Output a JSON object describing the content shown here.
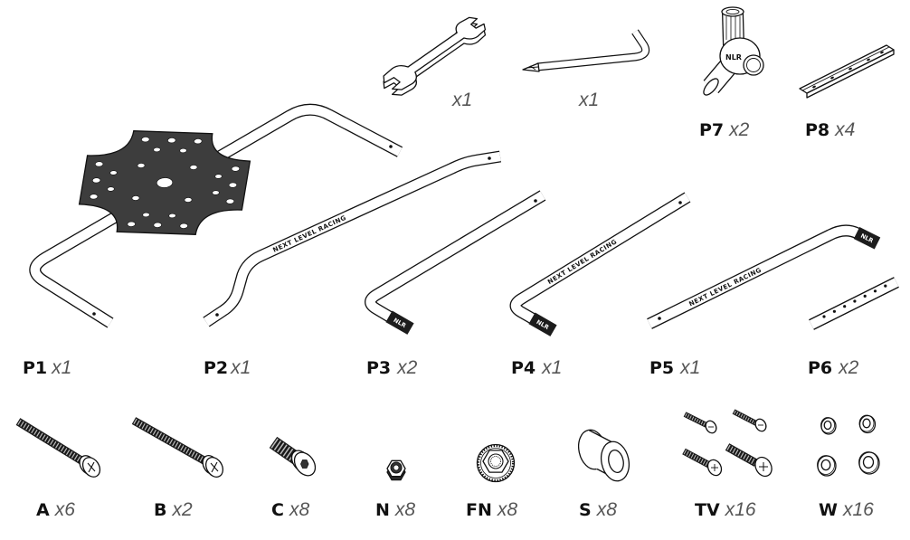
{
  "tools": [
    {
      "name": "wrench",
      "qty": "x1"
    },
    {
      "name": "hex-key",
      "qty": "x1"
    }
  ],
  "parts": [
    {
      "code": "P1",
      "qty": "x1"
    },
    {
      "code": "P2",
      "qty": "x1"
    },
    {
      "code": "P3",
      "qty": "x2"
    },
    {
      "code": "P4",
      "qty": "x1"
    },
    {
      "code": "P5",
      "qty": "x1"
    },
    {
      "code": "P6",
      "qty": "x2"
    },
    {
      "code": "P7",
      "qty": "x2"
    },
    {
      "code": "P8",
      "qty": "x4"
    }
  ],
  "hardware": [
    {
      "code": "A",
      "qty": "x6"
    },
    {
      "code": "B",
      "qty": "x2"
    },
    {
      "code": "C",
      "qty": "x8"
    },
    {
      "code": "N",
      "qty": "x8"
    },
    {
      "code": "FN",
      "qty": "x8"
    },
    {
      "code": "S",
      "qty": "x8"
    },
    {
      "code": "TV",
      "qty": "x16"
    },
    {
      "code": "W",
      "qty": "x16"
    }
  ],
  "branding": {
    "tube_logo": "NEXT LEVEL RACING",
    "cap_logo": "NLR"
  },
  "colors": {
    "line": "#111111",
    "plate": "#3d3d3d",
    "quantity_text": "#555555"
  }
}
